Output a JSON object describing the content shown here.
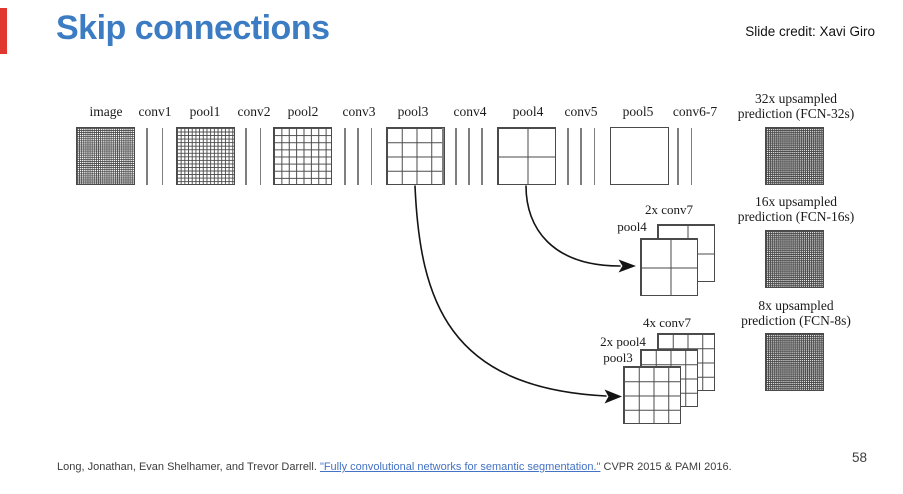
{
  "slide": {
    "title": "Skip connections",
    "credit": "Slide credit: Xavi Giro",
    "page_number": "58"
  },
  "colors": {
    "title_blue": "#3B7CC3",
    "accent_red": "#E0372E",
    "link_blue": "#4472C4",
    "ink": "#4A4A4A"
  },
  "pipeline": {
    "labels": [
      "image",
      "conv1",
      "pool1",
      "conv2",
      "pool2",
      "conv3",
      "pool3",
      "conv4",
      "pool4",
      "conv5",
      "pool5",
      "conv6-7"
    ],
    "grid_cells": {
      "image": 28,
      "pool1": 16,
      "pool2": 8,
      "pool3": 4,
      "pool4": 2,
      "pool5": 1
    },
    "conv_line_counts": {
      "conv1": 2,
      "conv2": 2,
      "conv3": 3,
      "conv4": 4,
      "conv5": 3,
      "conv6-7": 2
    }
  },
  "predictions": [
    {
      "line1": "32x upsampled",
      "line2": "prediction (FCN-32s)"
    },
    {
      "line1": "16x upsampled",
      "line2": "prediction (FCN-16s)"
    },
    {
      "line1": "8x upsampled",
      "line2": "prediction (FCN-8s)"
    }
  ],
  "fusion_16s": {
    "labels": [
      "2x conv7",
      "pool4"
    ]
  },
  "fusion_8s": {
    "labels": [
      "4x conv7",
      "2x pool4",
      "pool3"
    ]
  },
  "arrows": [
    {
      "from": "pool4",
      "to": "fusion-16s"
    },
    {
      "from": "pool3",
      "to": "fusion-8s"
    }
  ],
  "citation": {
    "prefix": "Long, Jonathan, Evan Shelhamer, and Trevor Darrell. ",
    "link_text": "\"Fully convolutional networks for semantic segmentation.\"",
    "suffix": " CVPR 2015 & PAMI 2016."
  }
}
